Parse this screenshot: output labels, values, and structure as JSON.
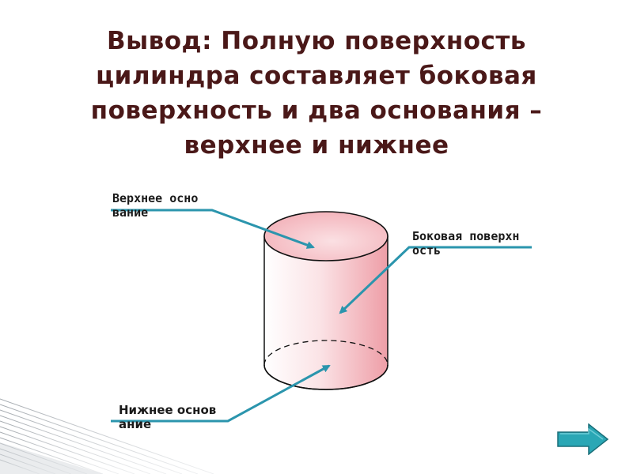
{
  "slide": {
    "title": "Вывод: Полную поверхность цилиндра составляет боковая поверхность и два основания – верхнее и нижнее"
  },
  "diagram": {
    "labels": {
      "top_base": "Верхнее основание",
      "lateral_surface": "Боковая поверхность",
      "bottom_base": "Нижнее основание"
    }
  },
  "colors": {
    "title": "#4a1818",
    "leader": "#2b95ad",
    "cylinder_fill": "#f4b6bd",
    "button": "#2aa7b5"
  },
  "navigation": {
    "next_icon": "arrow-right-icon"
  }
}
